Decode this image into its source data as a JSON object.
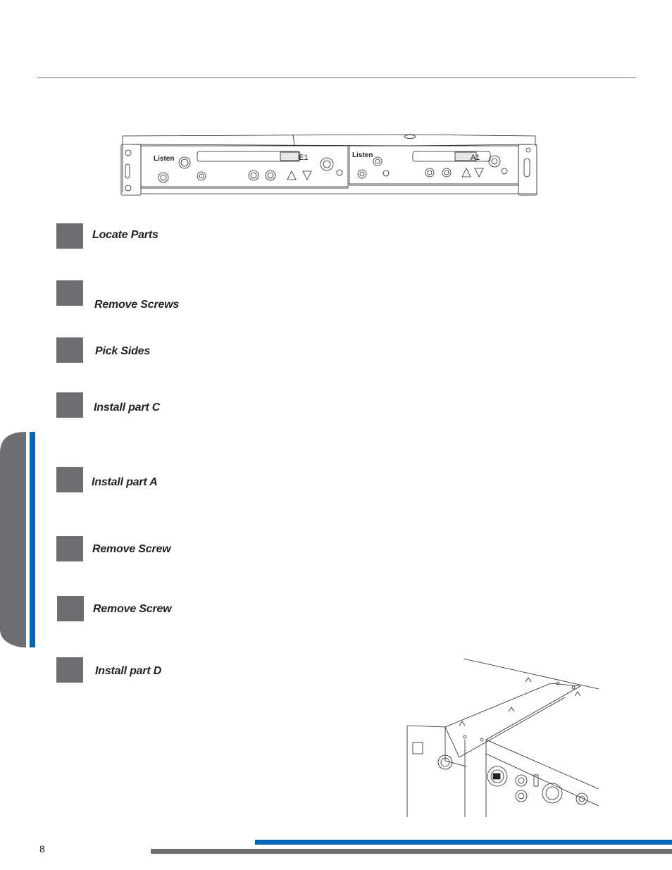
{
  "page": {
    "number": "8"
  },
  "steps": [
    {
      "label": "Locate Parts"
    },
    {
      "label": "Remove Screws"
    },
    {
      "label": "Pick Sides"
    },
    {
      "label": "Install part C"
    },
    {
      "label": "Install part A"
    },
    {
      "label": "Remove Screw"
    },
    {
      "label": "Remove Screw"
    },
    {
      "label": "Install part D"
    }
  ],
  "figure_top": {
    "brand_left": "Listen",
    "brand_right": "Listen",
    "display_left": "E1",
    "display_right": "A1"
  },
  "colors": {
    "accent_blue": "#0066b3",
    "tab_gray": "#6d6e71"
  }
}
